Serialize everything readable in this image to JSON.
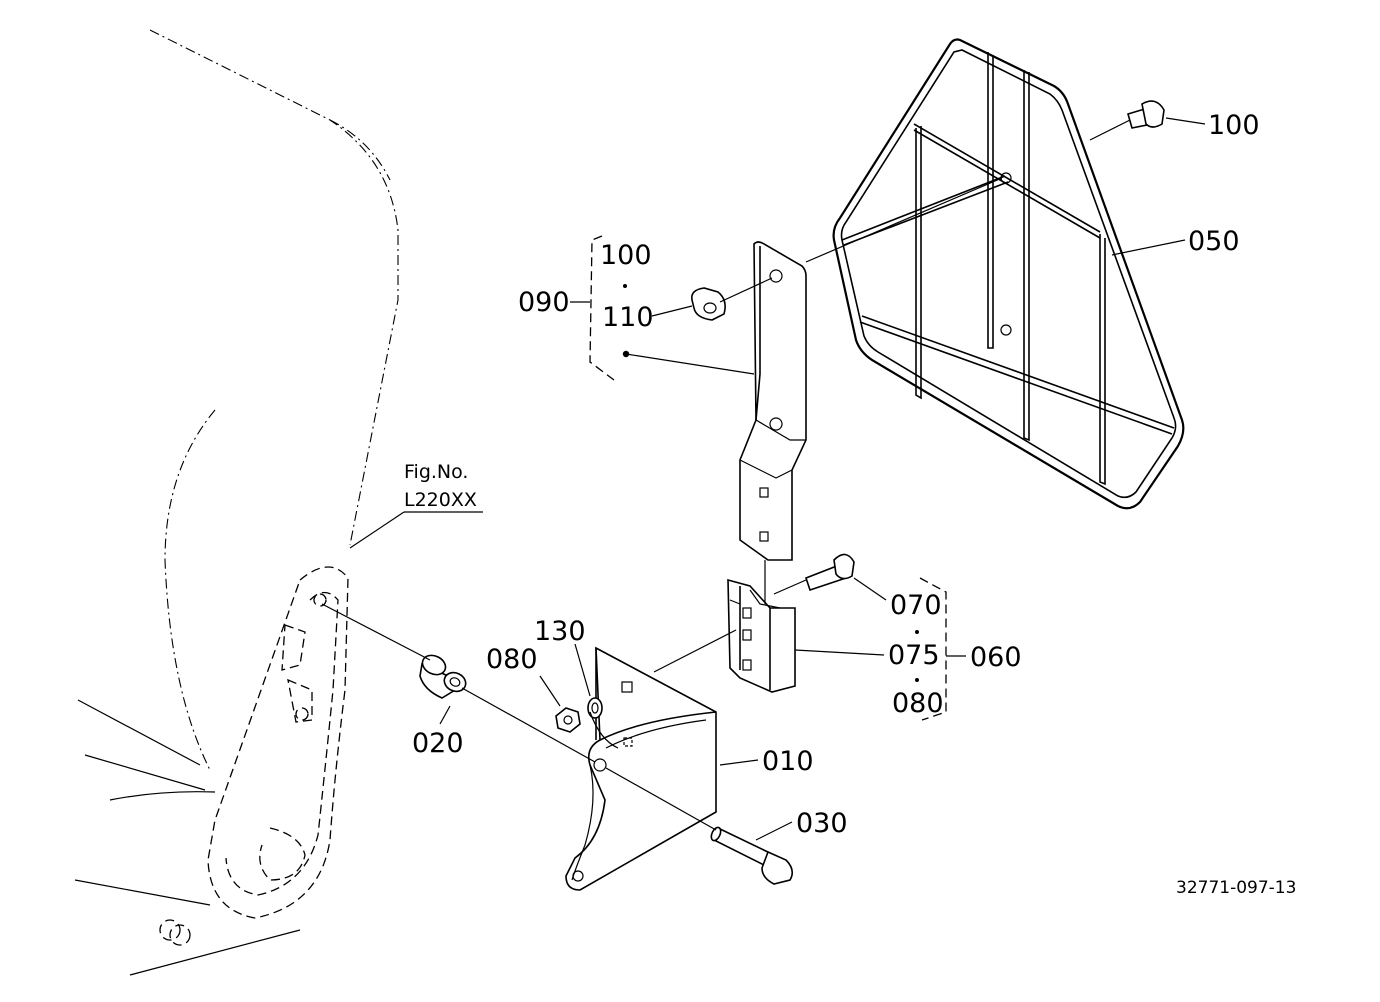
{
  "figure": {
    "ref_label_line1": "Fig.No.",
    "ref_label_line2": "L220XX",
    "drawing_code": "32771-097-13"
  },
  "callouts": {
    "p010": "010",
    "p020": "020",
    "p030": "030",
    "p050": "050",
    "p060": "060",
    "p070": "070",
    "p075": "075",
    "p080a": "080",
    "p080b": "080",
    "p090": "090",
    "p100a": "100",
    "p100b": "100",
    "p110": "110",
    "p130": "130"
  }
}
